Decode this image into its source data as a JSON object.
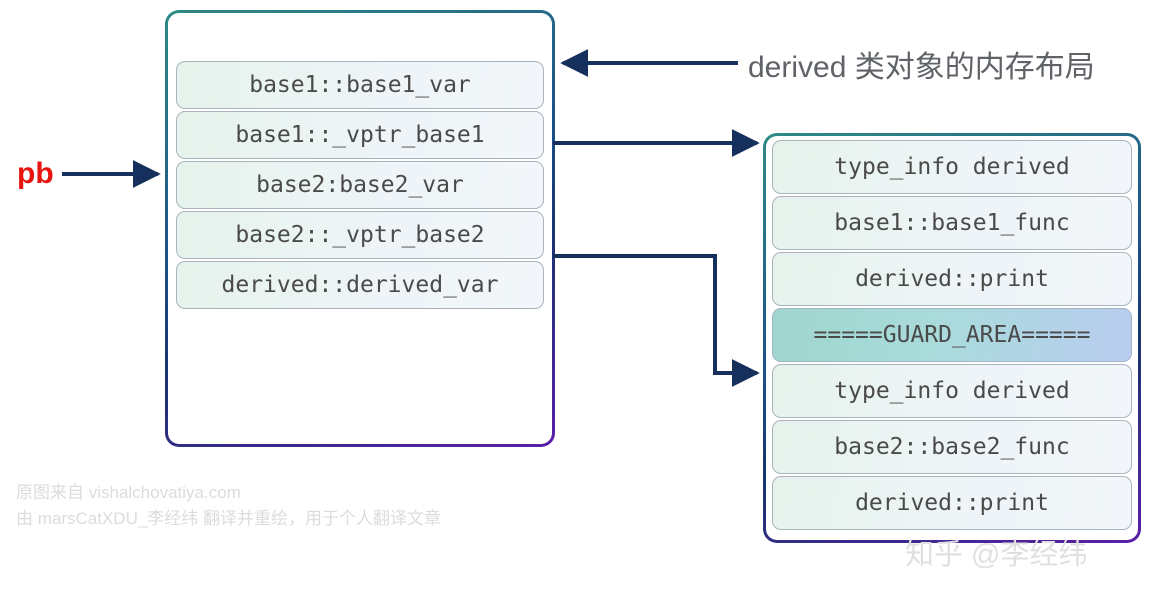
{
  "diagram": {
    "title": "derived 类对象的内存布局",
    "pointer_label": "pb"
  },
  "object_block": {
    "name": "derived-object-layout",
    "rows": [
      {
        "text": "base1::base1_var",
        "kind": "member"
      },
      {
        "text": "base1::_vptr_base1",
        "kind": "vptr"
      },
      {
        "text": "base2:base2_var",
        "kind": "member"
      },
      {
        "text": "base2::_vptr_base2",
        "kind": "vptr"
      },
      {
        "text": "derived::derived_var",
        "kind": "member"
      }
    ]
  },
  "vtable_block": {
    "name": "derived-vtable",
    "rows": [
      {
        "text": "type_info derived",
        "kind": "typeinfo"
      },
      {
        "text": "base1::base1_func",
        "kind": "entry"
      },
      {
        "text": "derived::print",
        "kind": "entry"
      },
      {
        "text": "=====GUARD_AREA=====",
        "kind": "guard"
      },
      {
        "text": "type_info derived",
        "kind": "typeinfo"
      },
      {
        "text": "base2::base2_func",
        "kind": "entry"
      },
      {
        "text": "derived::print",
        "kind": "entry"
      }
    ]
  },
  "credits": {
    "line1": "原图来自 vishalchovatiya.com",
    "line2": "由 marsCatXDU_李经纬 翻译并重绘，用于个人翻译文章"
  },
  "watermark": "知乎 @李经纬",
  "colors": {
    "arrow": "#16305e",
    "pb": "#e8140f",
    "title": "#5f6368",
    "guard_left": "#9fd6cd",
    "guard_right": "#b9cdf0",
    "border_top": "#2e8b84",
    "border_mid": "#1d4e89",
    "border_bottom": "#5b1fa8"
  }
}
